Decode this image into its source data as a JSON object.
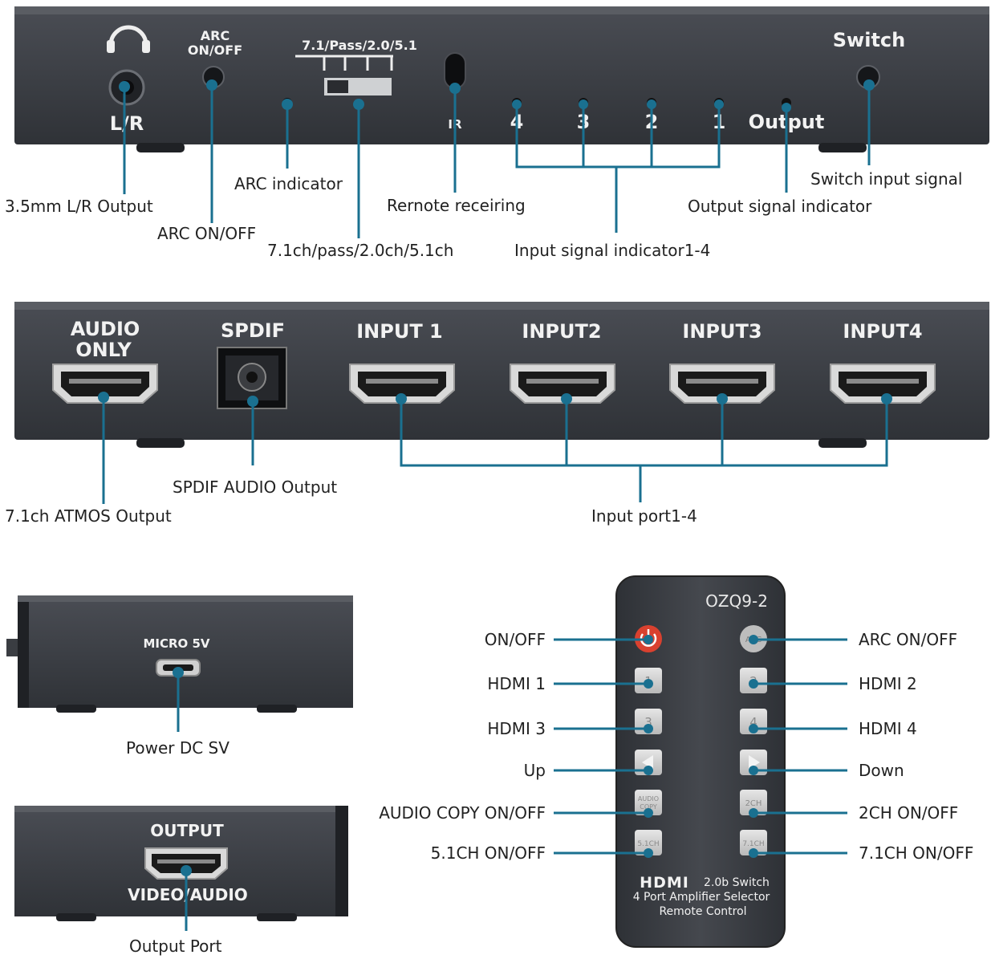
{
  "colors": {
    "leader": "#1a7090",
    "device_body": "#3a3d44",
    "device_top": "#505359",
    "remote_body": "#3b3e44",
    "power_button": "#d9412f",
    "label_text": "#222222"
  },
  "front_panel": {
    "headphone_icon": "headphone-icon",
    "lr_label": "L/R",
    "arc_label_line1": "ARC",
    "arc_label_line2": "ON/OFF",
    "mode_label": "7.1/Pass/2.0/5.1",
    "ir_label": "IR",
    "input_numbers": [
      "4",
      "3",
      "2",
      "1"
    ],
    "output_label": "Output",
    "switch_label": "Switch",
    "callouts": {
      "lr_output": "3.5mm L/R Output",
      "arc_onoff": "ARC ON/OFF",
      "arc_indicator": "ARC indicator",
      "mode": "7.1ch/pass/2.0ch/5.1ch",
      "remote_receiver": "Rernote receiring",
      "input_indicator": "Input signal indicator1-4",
      "output_indicator": "Output signal indicator",
      "switch_input": "Switch input signal"
    }
  },
  "rear_panel": {
    "audio_only_line1": "AUDIO",
    "audio_only_line2": "ONLY",
    "spdif_label": "SPDIF",
    "inputs": [
      "INPUT 1",
      "INPUT2",
      "INPUT3",
      "INPUT4"
    ],
    "callouts": {
      "atmos": "7.1ch ATMOS Output",
      "spdif": "SPDIF AUDIO Output",
      "input_port": "Input port1-4"
    }
  },
  "side_power": {
    "label": "MICRO 5V",
    "callout": "Power DC SV"
  },
  "side_output": {
    "top_label": "OUTPUT",
    "bottom_label": "VIDEO/AUDIO",
    "callout": "Output Port"
  },
  "remote": {
    "model": "OZQ9-2",
    "arc_button": "ARC",
    "buttons": {
      "hdmi1": "1",
      "hdmi2": "2",
      "hdmi3": "3",
      "hdmi4": "4",
      "audio_copy_line1": "AUDIO",
      "audio_copy_line2": "COPY",
      "ch2": "2CH",
      "ch51": "5.1CH",
      "ch71": "7.1CH"
    },
    "brand_logo": "HDMI",
    "brand_version": "2.0b Switch",
    "subtitle_line1": "4 Port Amplifier Selector",
    "subtitle_line2": "Remote Control",
    "callouts": {
      "on_off": "ON/OFF",
      "hdmi1": "HDMI 1",
      "hdmi3": "HDMI 3",
      "up": "Up",
      "audio_copy": "AUDIO COPY ON/OFF",
      "ch51": "5.1CH ON/OFF",
      "arc_onoff": "ARC ON/OFF",
      "hdmi2": "HDMI 2",
      "hdmi4": "HDMI 4",
      "down": "Down",
      "ch2": "2CH ON/OFF",
      "ch71": "7.1CH ON/OFF"
    }
  }
}
